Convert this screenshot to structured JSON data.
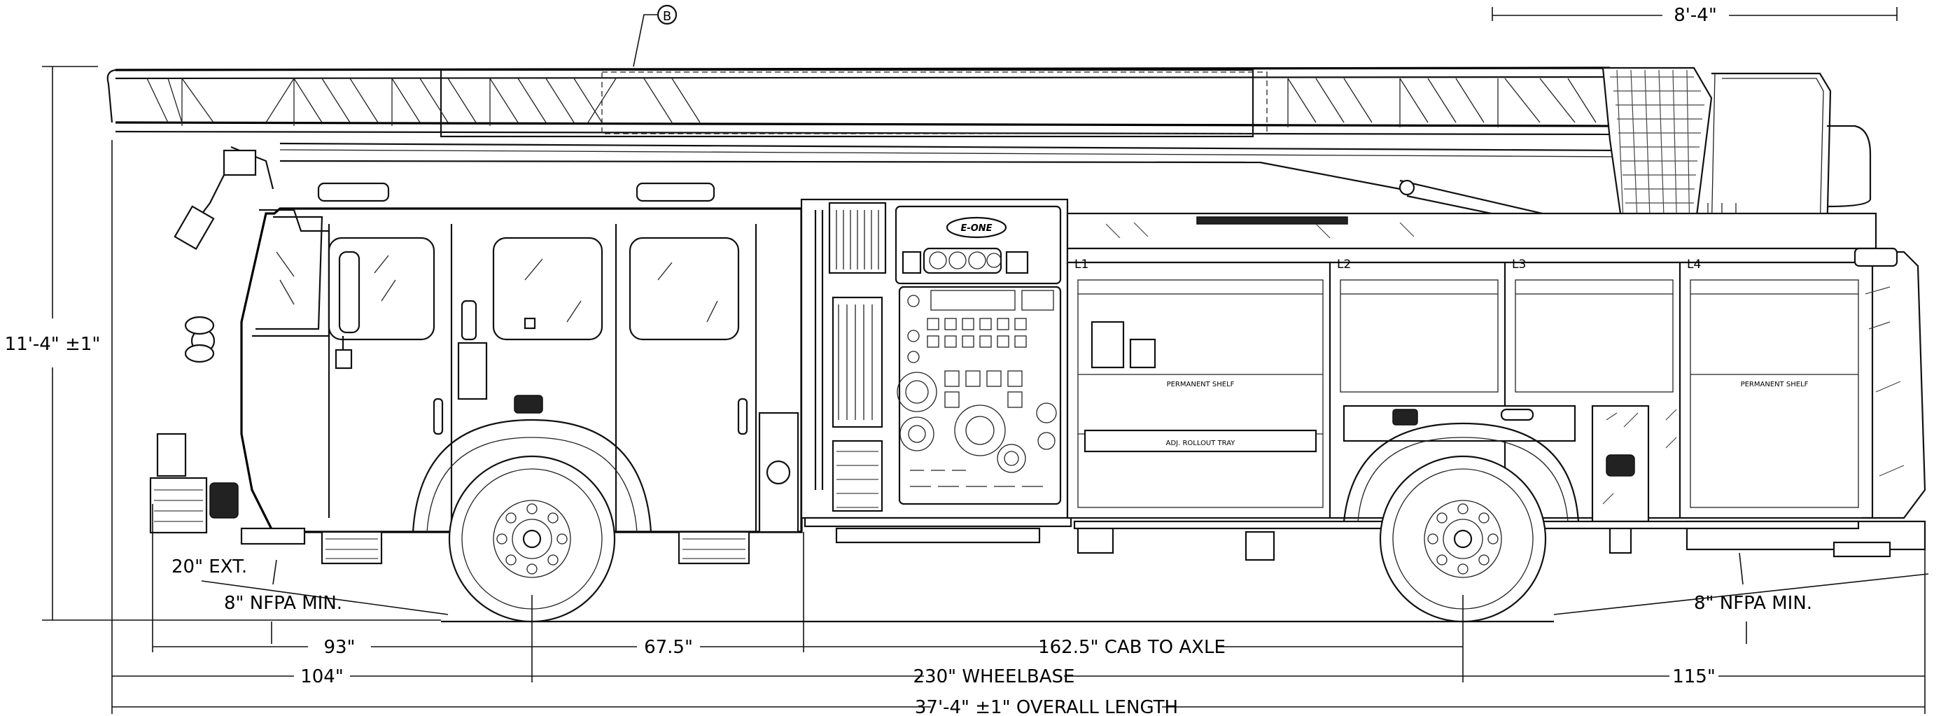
{
  "drawing": {
    "callout_b": "B",
    "dims": {
      "top_width": "8'-4\"",
      "overall_height": "11'-4\" ±1\"",
      "front_ext": "20\" EXT.",
      "nfpa_front": "8\" NFPA MIN.",
      "nfpa_rear": "8\" NFPA MIN.",
      "front_overhang": "93\"",
      "axle_to_cab": "67.5\"",
      "cab_to_axle": "162.5\" CAB TO AXLE",
      "front_to_axle": "104\"",
      "wheelbase": "230\" WHEELBASE",
      "rear_overhang": "115\"",
      "overall_length": "37'-4\" ±1\" OVERALL LENGTH"
    },
    "compartments": [
      "L1",
      "L2",
      "L3",
      "L4"
    ],
    "labels": {
      "shelf_l1": "PERMANENT SHELF",
      "tray_l1": "ADJ. ROLLOUT TRAY",
      "shelf_l4": "PERMANENT SHELF",
      "brand": "E-ONE"
    }
  }
}
